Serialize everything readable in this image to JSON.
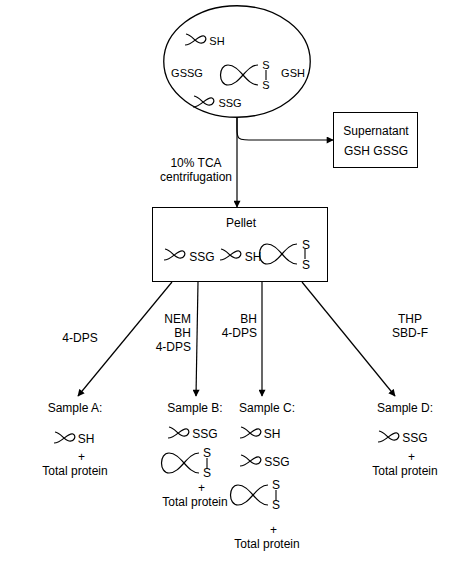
{
  "diagram": {
    "nodes": [
      {
        "text": [
          "SH",
          "GSSG",
          "S",
          "S",
          "GSH",
          "SSG"
        ]
      },
      {
        "text": [
          "Supernatant",
          "GSH GSSG"
        ]
      },
      {
        "text": [
          "Pellet",
          "SSG",
          "SH",
          "S",
          "S"
        ]
      },
      {
        "text": [
          "Sample A:",
          "SH",
          "+ Total protein"
        ]
      },
      {
        "text": [
          "Sample B:",
          "SSG",
          "S",
          "S",
          "+ Total protein"
        ]
      },
      {
        "text": [
          "Sample C:",
          "SH",
          "SSG",
          "S",
          "S",
          "+ Total protein"
        ]
      },
      {
        "text": [
          "Sample D:",
          "SSG",
          "+ Total protein"
        ]
      }
    ],
    "edges": [
      {
        "from": 0,
        "to": 2,
        "arrow": "to",
        "label": "10% TCA centrifugation"
      },
      {
        "from": 0,
        "to": 1,
        "arrow": "to"
      },
      {
        "from": 2,
        "to": 3,
        "arrow": "to",
        "label": "4-DPS"
      },
      {
        "from": 2,
        "to": 4,
        "arrow": "to",
        "label": "NEM BH 4-DPS"
      },
      {
        "from": 2,
        "to": 5,
        "arrow": "to",
        "label": "BH 4-DPS"
      },
      {
        "from": 2,
        "to": 6,
        "arrow": "to",
        "label": "THP SBD-F"
      }
    ]
  }
}
